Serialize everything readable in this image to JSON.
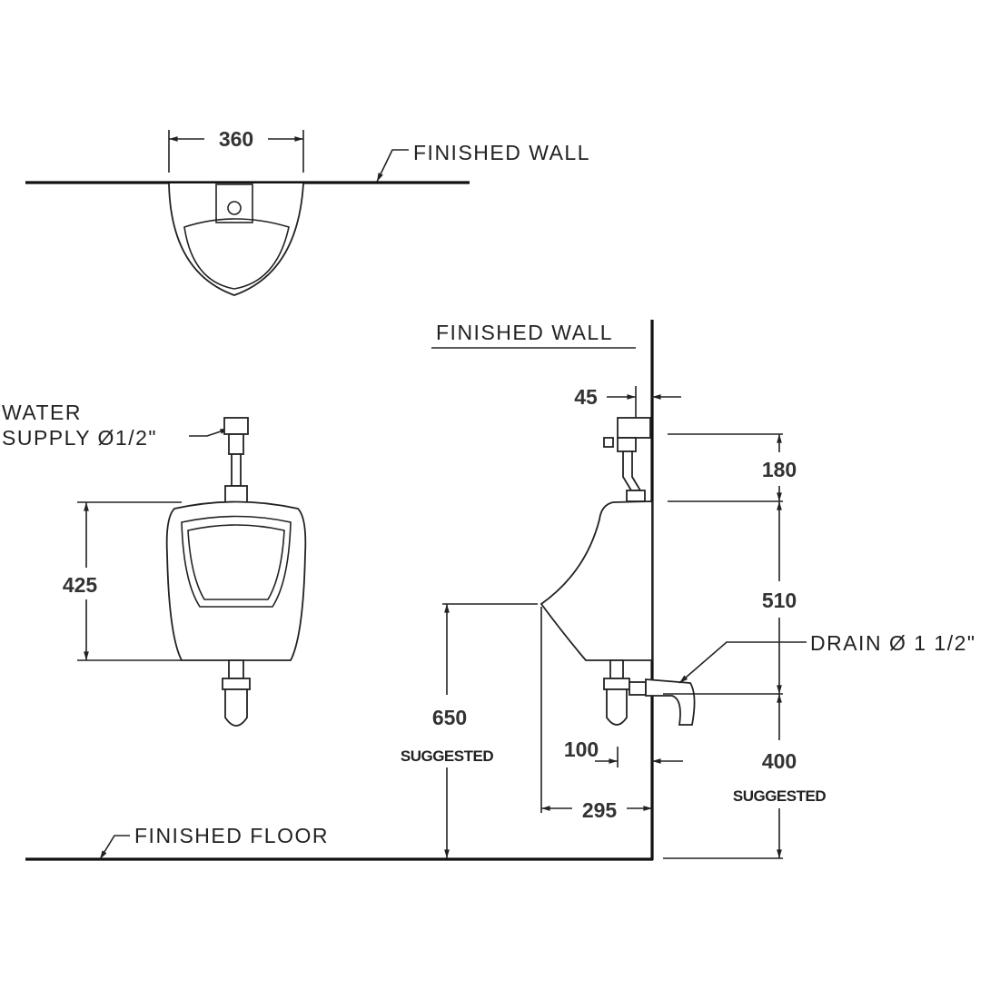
{
  "top_view": {
    "width_dim": "360",
    "wall_label": "FINISHED WALL"
  },
  "front_view": {
    "water_supply_line1": "WATER",
    "water_supply_line2": "SUPPLY Ø1/2\"",
    "height_dim": "425"
  },
  "side_view": {
    "wall_label": "FINISHED WALL",
    "floor_label": "FINISHED FLOOR",
    "valve_offset_dim": "45",
    "valve_height_dim": "180",
    "body_height_dim": "510",
    "drain_label": "DRAIN Ø 1 1/2\"",
    "drain_height_dim": "400",
    "drain_height_note": "SUGGESTED",
    "rim_height_dim": "650",
    "rim_height_note": "SUGGESTED",
    "drain_projection_dim": "100",
    "depth_dim": "295"
  }
}
